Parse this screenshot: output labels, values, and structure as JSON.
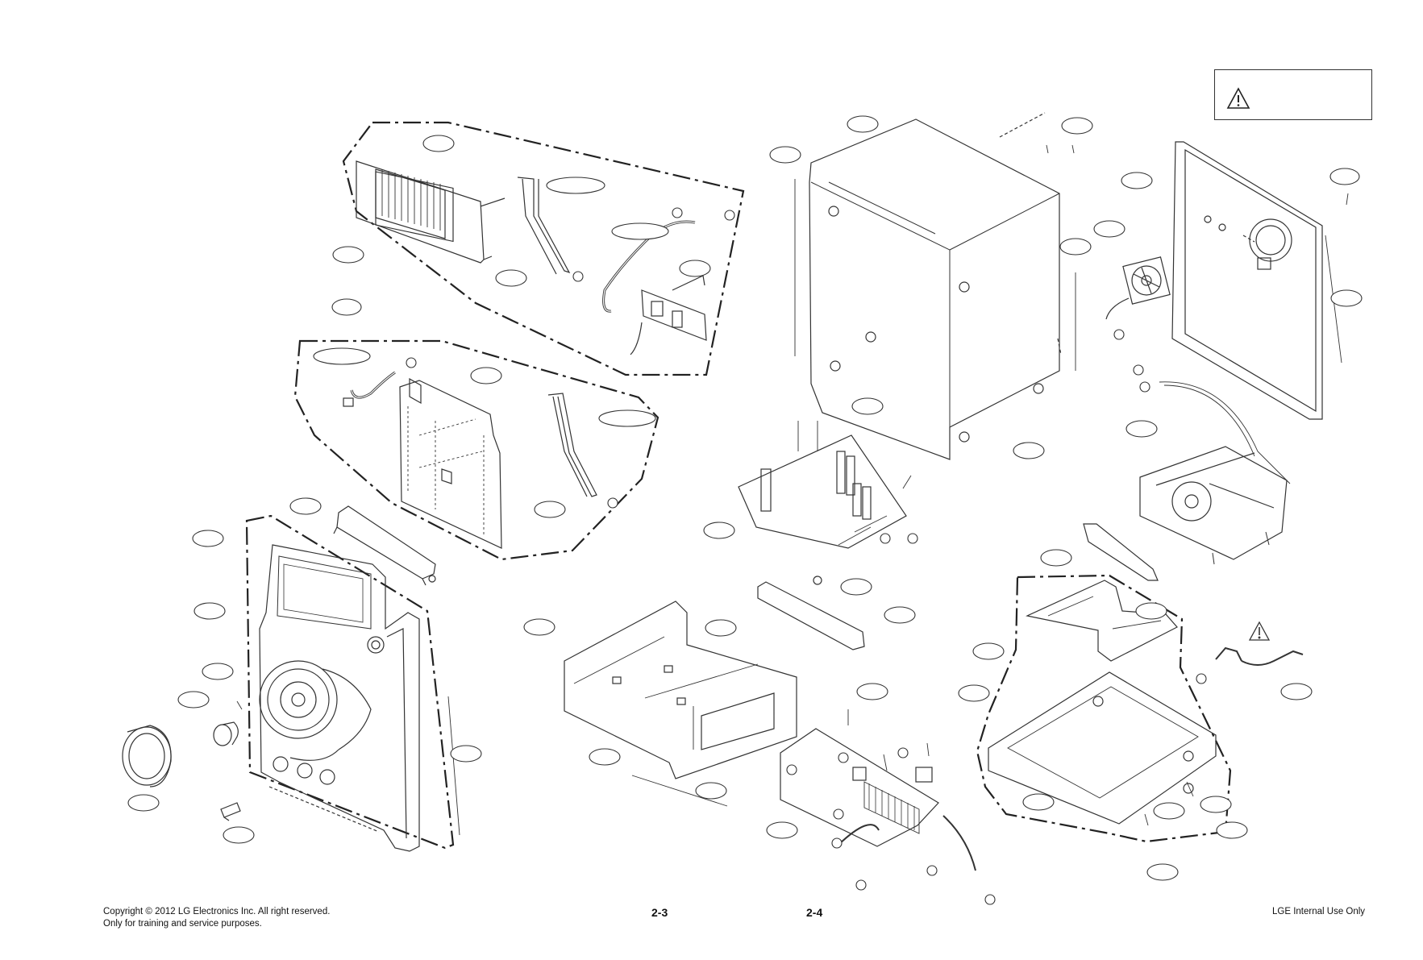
{
  "footer": {
    "copyright_line1": "Copyright © 2012 LG Electronics Inc. All right reserved.",
    "copyright_line2": "Only for training and service purposes.",
    "page_left": "2-3",
    "page_right": "2-4",
    "internal": "LGE Internal Use Only"
  },
  "safety_notice": {
    "icon": "warning-triangle-icon",
    "text": ""
  },
  "callouts": {
    "labels": []
  },
  "colors": {
    "line": "#333333",
    "background": "#ffffff"
  }
}
